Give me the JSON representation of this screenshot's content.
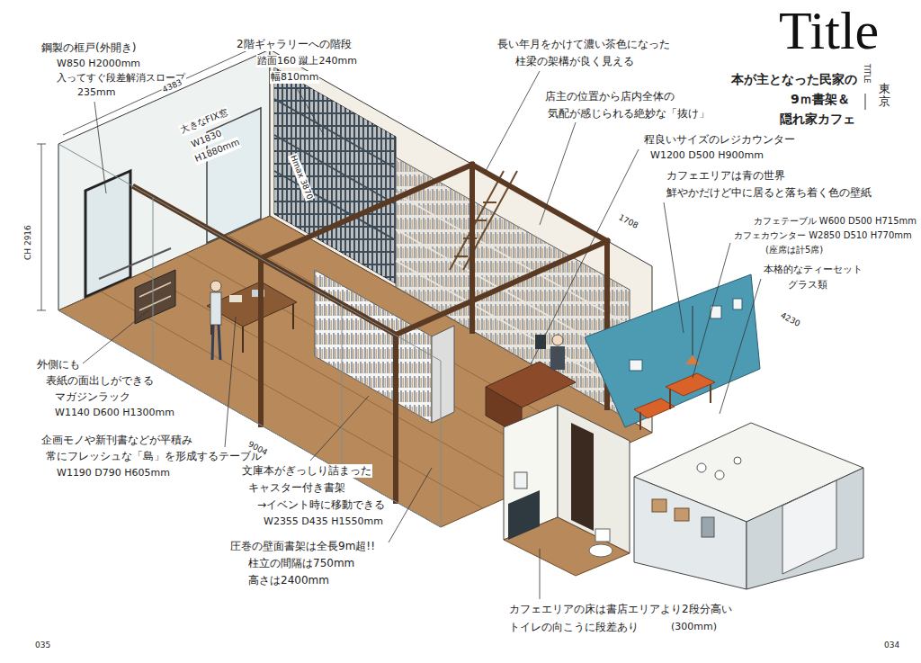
{
  "diagram": {
    "title": "Title",
    "labels": [
      "鋼製の框戸(外開き)",
      "W850 H2000mm",
      "入ってすぐ段差解消スロープ",
      "235mm",
      "2階ギャラリーへの階段",
      "踏面160 蹴上240mm",
      "幅810mm",
      "長い年月をかけて濃い茶色になった",
      "柱梁の架構が良く見える",
      "本が主となった民家の",
      "9ｍ書架＆",
      "隠れ家カフェ",
      "TITLE",
      "東京",
      "4383",
      "店主の位置から店内全体の",
      "気配が感じられる絶妙な「抜け」",
      "大きなFIX窓",
      "W1830",
      "H1880mm",
      "程良いサイズのレジカウンター",
      "W1200 D500 H900mm",
      "カフェエリアは青の世界",
      "鮮やかだけど中に居ると落ち着く色の壁紙",
      "Hmax 3870",
      "1708",
      "カフェテーブル W600 D500 H715mm",
      "カフェカウンター W2850 D510 H770mm",
      "(座席は計5席)",
      "CH 2916",
      "本格的なティーセット",
      "グラス類",
      "4230",
      "外側にも",
      "表紙の面出しができる",
      "マガジンラック",
      "W1140 D600 H1300mm",
      "企画モノや新刊書などが平積み",
      "常にフレッシュな「島」を形成するテーブル",
      "W1190 D790 H605mm",
      "9004",
      "文庫本がぎっしり詰まった",
      "キャスター付き書架",
      "→イベント時に移動できる",
      "W2355 D435 H1550mm",
      "圧巻の壁面書架は全長9m超!!",
      "柱立の間隔は750mm",
      "高さは2400mm",
      "カフェエリアの床は書店エリアより2段分高い",
      "トイレの向こうに段差あり",
      "(300mm)",
      "035",
      "034"
    ]
  }
}
